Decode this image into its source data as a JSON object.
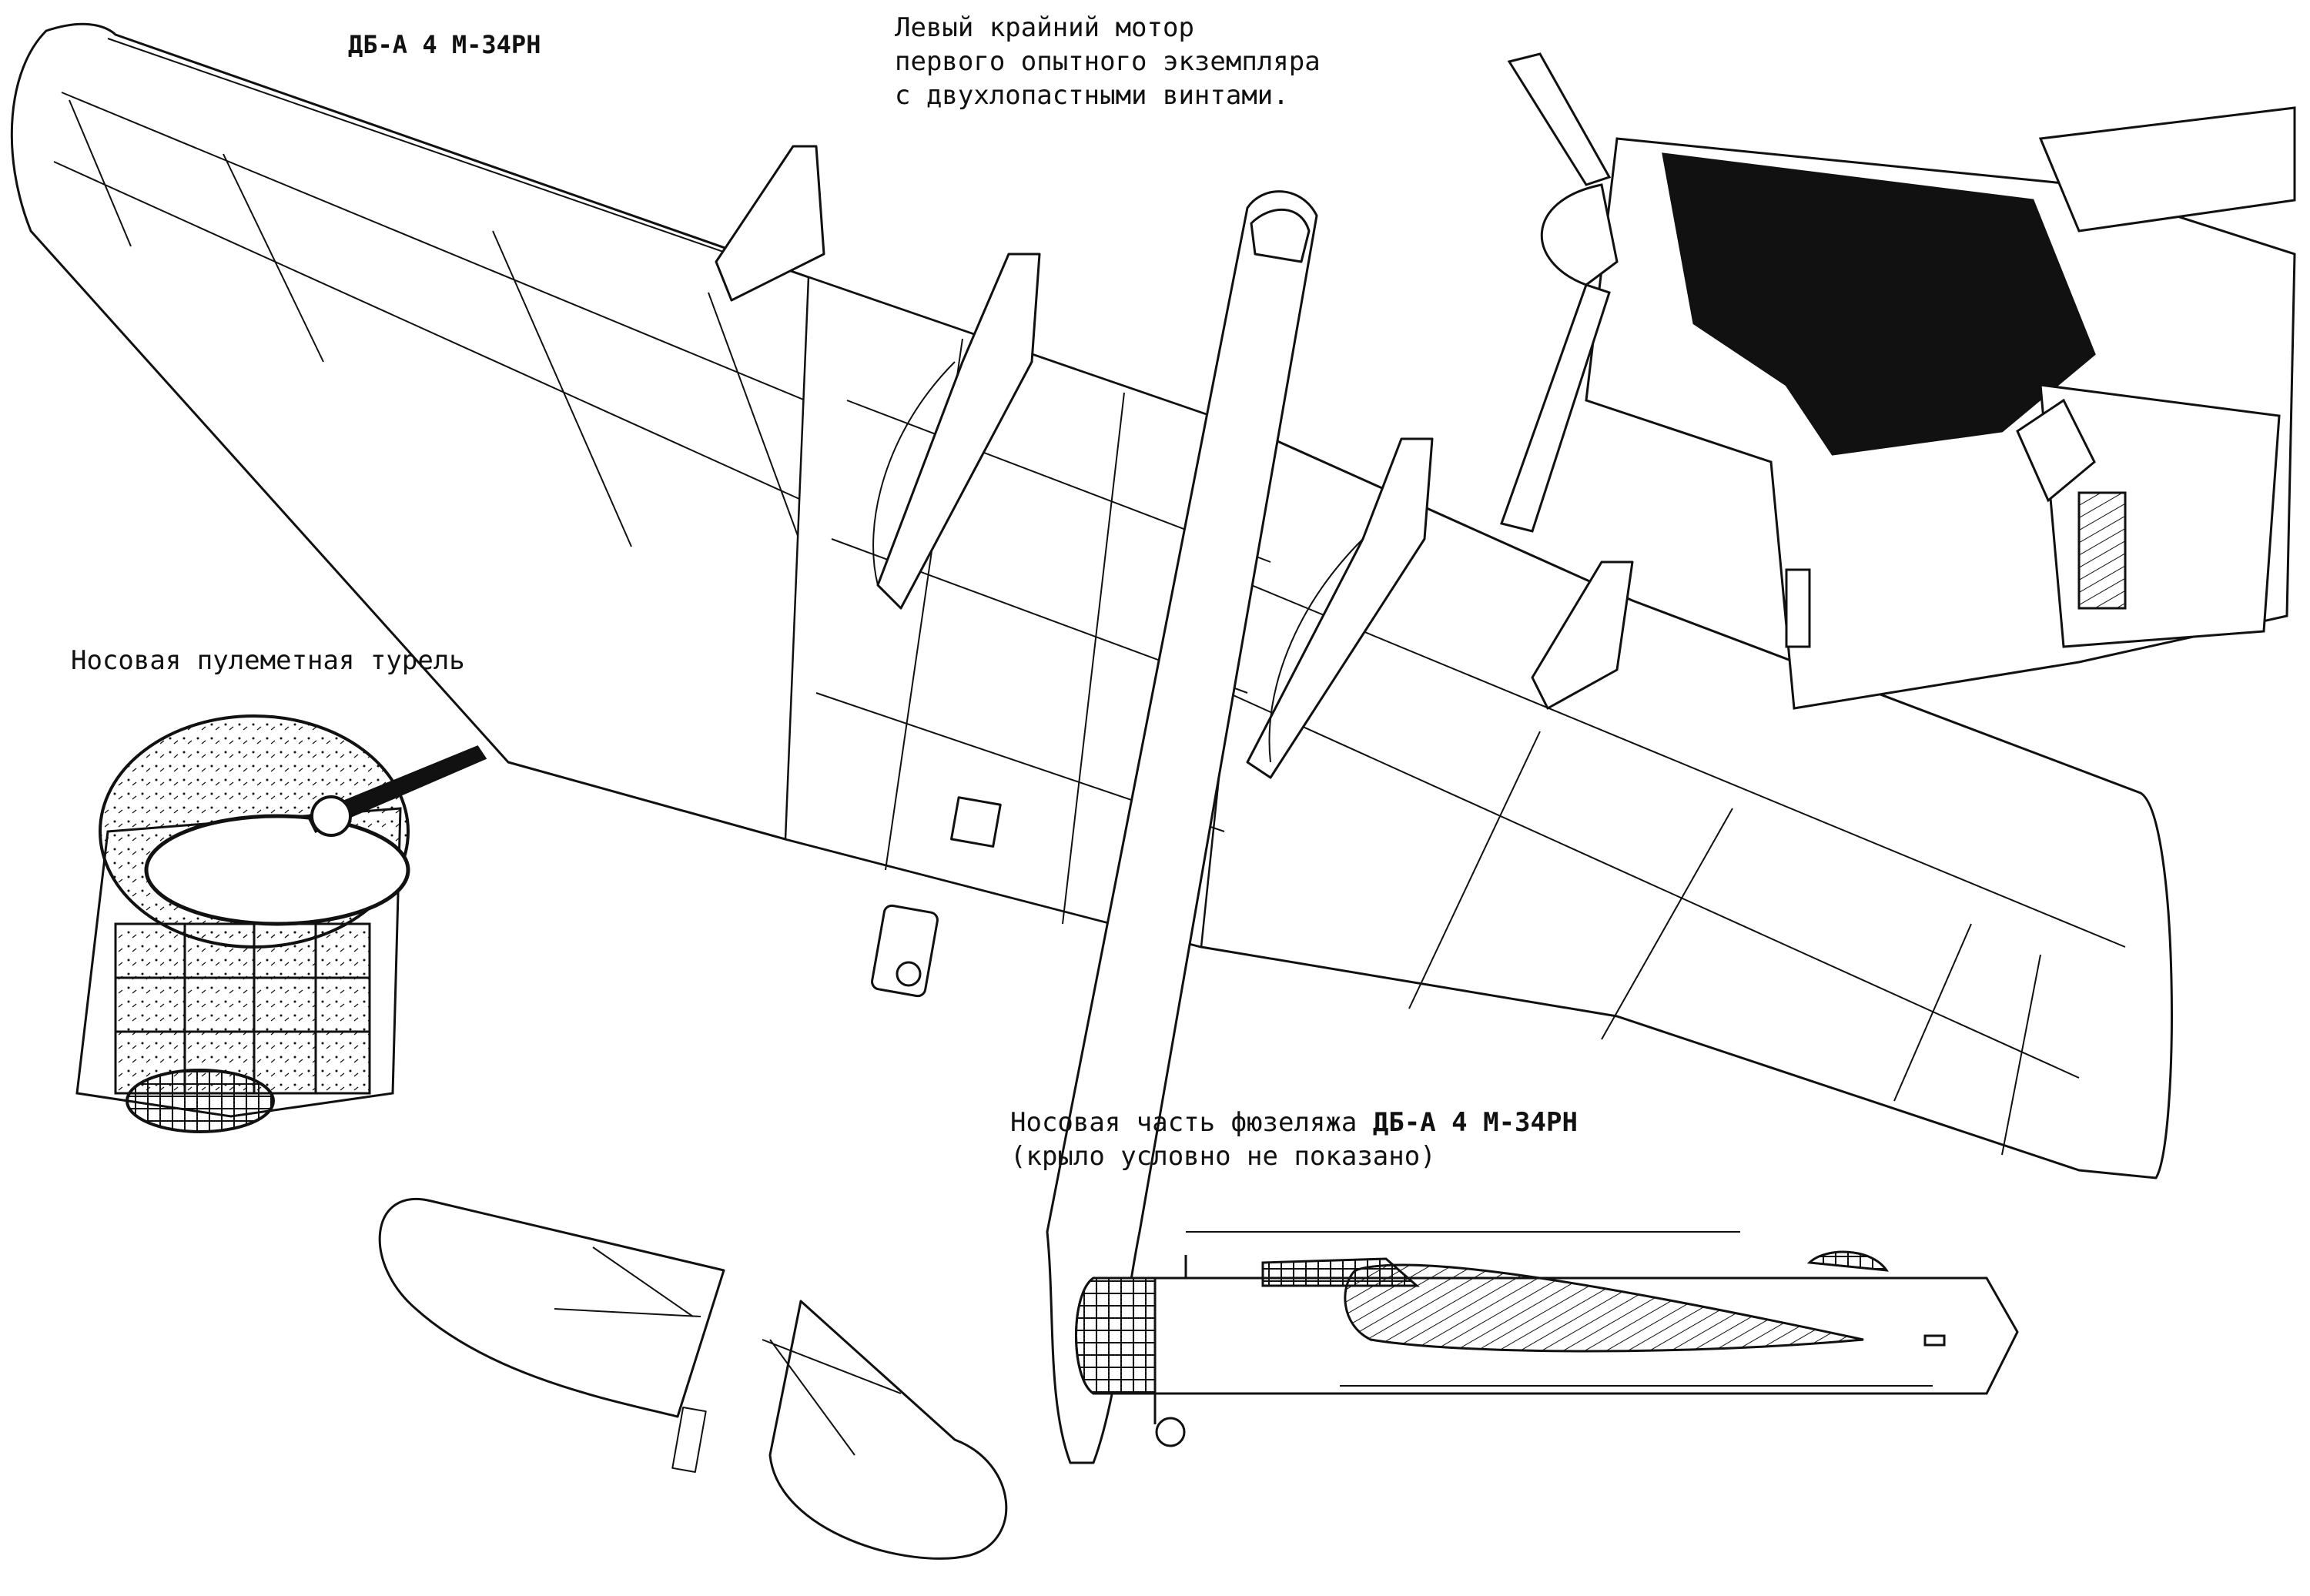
{
  "title_top": "ДБ-А 4 М-34РН",
  "motor_caption": {
    "line1": "Левый крайний мотор",
    "line2": "первого опытного экземпляра",
    "line3": "с двухлопастными винтами."
  },
  "turret_caption": "Носовая пулеметная турель",
  "nose_caption": {
    "line1_prefix": "Носовая часть фюзеляжа",
    "line1_bold": "ДБ-А 4 М-34РН",
    "line2": "(крыло условно не показано)"
  },
  "colors": {
    "ink": "#111111",
    "paper": "#ffffff"
  }
}
